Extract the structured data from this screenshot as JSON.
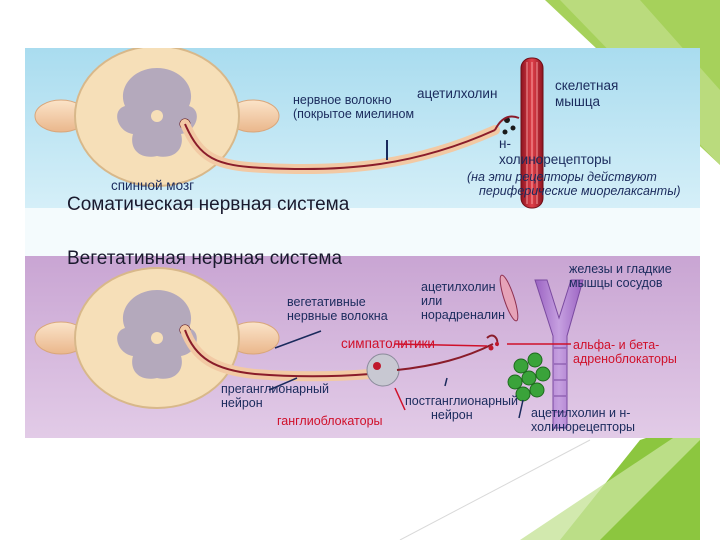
{
  "somatic": {
    "title": "Соматическая нервная система",
    "spinal_cord": "спинной мозг",
    "nerve_fiber": [
      "нервное волокно",
      "(покрытое миелином"
    ],
    "acetylcholine": "ацетилхолин",
    "muscle": [
      "скелетная",
      "мышца"
    ],
    "receptors": [
      "н-",
      "холинорецепторы"
    ],
    "relaxants_note": [
      "(на эти рецепторы действуют",
      "периферические миорелаксанты)"
    ]
  },
  "autonomic": {
    "title": "Вегетативная нервная система",
    "fibers": [
      "вегетативные",
      "нервные волокна"
    ],
    "mediator": [
      "ацетилхолин",
      "или",
      "норадреналин"
    ],
    "glands": [
      "железы и гладкие",
      "мышцы сосудов"
    ],
    "sympatholytics": "симпатолитики",
    "blockers": [
      "альфа- и бета-",
      "адреноблокаторы"
    ],
    "preganglionic": [
      "преганглионарный",
      "нейрон"
    ],
    "postganglionic": [
      "постганглионарный",
      "нейрон"
    ],
    "ganglioblockers": "ганглиоблокаторы",
    "cholinoreceptors": [
      "ацетилхолин и н-",
      "холинорецепторы"
    ]
  },
  "colors": {
    "panel_top": "#bfe6f4",
    "panel_bottom": "#d7b7de",
    "title_band": "#ffffff",
    "spinal_cord": "#f6dfb8",
    "grey_matter": "#b4a9bc",
    "nerve": "#8a1c2a",
    "muscle": "#c8232f",
    "accent_green": "#8cc63f",
    "label_blue": "#1a2a5c",
    "label_red": "#d0102a"
  }
}
